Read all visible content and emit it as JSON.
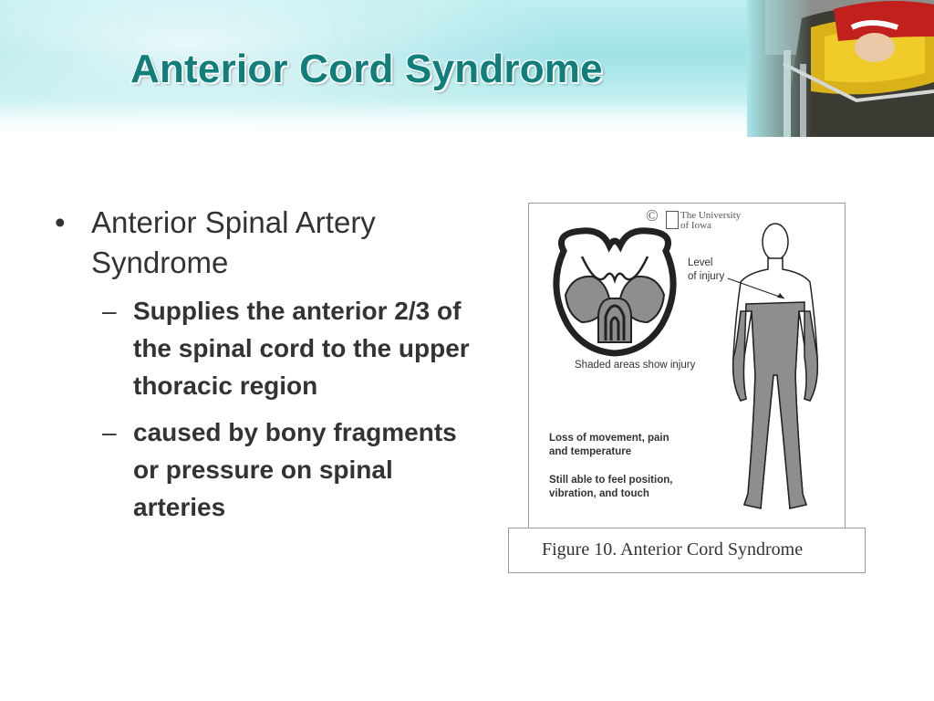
{
  "slide": {
    "title": "Anterior Cord Syndrome",
    "bullets": [
      {
        "text": "Anterior Spinal Artery Syndrome",
        "subitems": [
          "Supplies the anterior 2/3 of the spinal cord to the upper thoracic region",
          "caused by bony fragments or pressure on spinal arteries"
        ]
      }
    ],
    "bullet_glyph": "•",
    "dash_glyph": "–"
  },
  "figure": {
    "copyright_symbol": "©",
    "university_line1": "The University",
    "university_line2": "of Iowa",
    "label_level": "Level\nof injury",
    "label_shaded": "Shaded areas show injury",
    "label_loss": "Loss of movement, pain\nand temperature",
    "label_still": "Still able to feel position,\nvibration, and touch",
    "caption": "Figure 10.  Anterior Cord Syndrome"
  },
  "colors": {
    "title": "#107e7a",
    "shade": "#8e8e8e"
  }
}
